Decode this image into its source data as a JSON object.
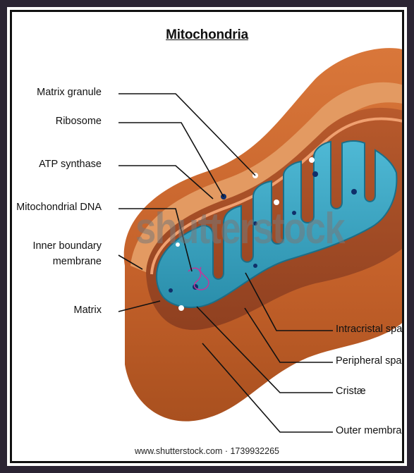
{
  "title": "Mitochondria",
  "labels": {
    "matrix_granule": "Matrix granule",
    "ribosome": "Ribosome",
    "atp_synthase": "ATP synthase",
    "mitochondrial_dna": "Mitochondrial DNA",
    "inner_boundary_membrane_1": "Inner boundary",
    "inner_boundary_membrane_2": "membrane",
    "matrix": "Matrix",
    "intracristal_space": "Intracristal space",
    "peripheral_space": "Peripheral space",
    "cristae": "Cristæ",
    "outer_membrane": "Outer membrane"
  },
  "watermark": "shutterstock",
  "footer": "www.shutterstock.com · 1739932265",
  "colors": {
    "outer": "#c9662a",
    "outer_light": "#e8915a",
    "inner_brown": "#a14d26",
    "matrix_blue": "#3aa6c4",
    "matrix_dark": "#1f7f9b",
    "granule_dark": "#0f2f6a"
  }
}
